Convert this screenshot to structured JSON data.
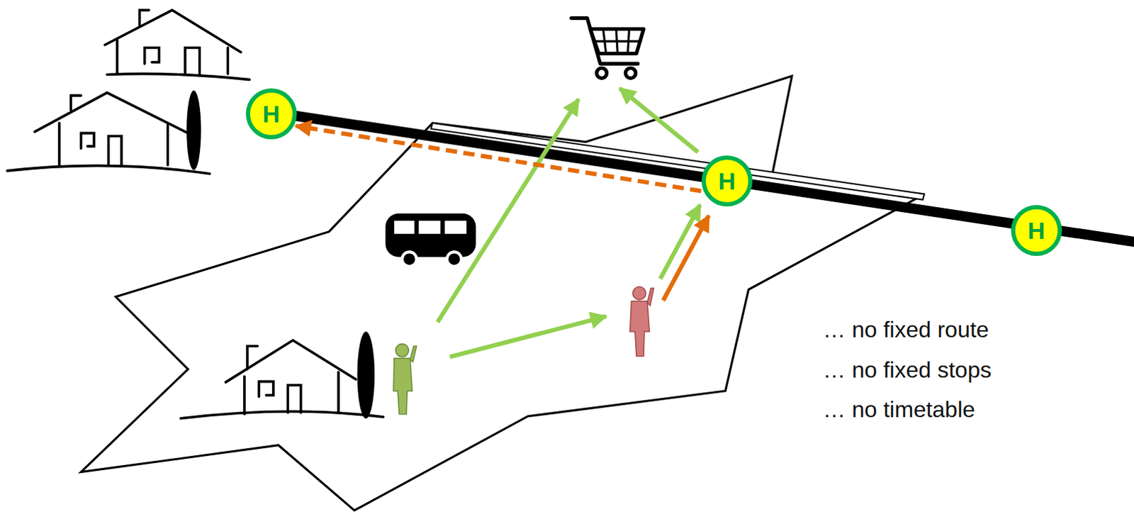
{
  "diagram": {
    "nodes": [
      {
        "text": [
          "H"
        ]
      },
      {
        "text": [
          "H"
        ]
      },
      {
        "text": [
          "H"
        ]
      }
    ],
    "edges": [
      {
        "from": 1,
        "to": 0,
        "arrow": "to"
      }
    ],
    "labels": [
      "… no fixed route",
      "… no fixed stops",
      "… no timetable"
    ]
  }
}
